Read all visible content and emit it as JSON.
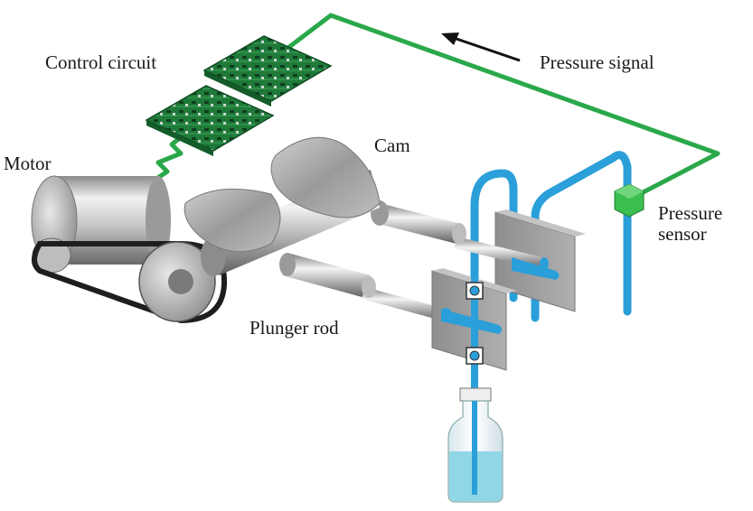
{
  "labels": {
    "control_circuit": "Control circuit",
    "pressure_signal": "Pressure signal",
    "motor": "Motor",
    "cam": "Cam",
    "pressure_sensor_line1": "Pressure",
    "pressure_sensor_line2": "sensor",
    "plunger_rod": "Plunger rod"
  },
  "colors": {
    "signal_wire": "#2aa84a",
    "fluid_line": "#2b9fd9",
    "sensor_box": "#3bbf4f",
    "metal_light": "#e6e6e6",
    "metal_dark": "#6e6e6e",
    "pcb": "#1f7a3a",
    "belt": "#1e1e1e",
    "reservoir_liquid": "#8fd6e6"
  },
  "components": [
    "motor",
    "belt",
    "pulley",
    "camshaft",
    "cam",
    "plunger_rod",
    "pump_heads",
    "check_valves",
    "pressure_sensor",
    "control_circuit",
    "reservoir_bottle"
  ]
}
